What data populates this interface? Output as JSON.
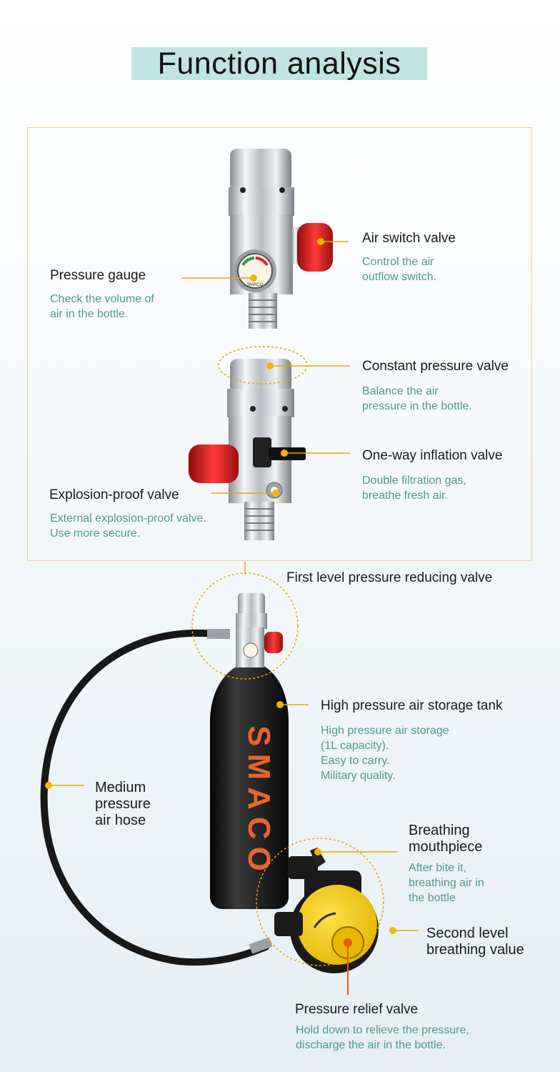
{
  "title": "Function analysis",
  "colors": {
    "title_bg": "#bfe4e3",
    "dot": "#f4b400",
    "desc": "#4f9a8e",
    "frame": "#f1d48a",
    "red_knob": "#d51f1f"
  },
  "parts": {
    "air_switch": {
      "name": "Air switch valve",
      "desc": "Control the air\noutflow switch."
    },
    "pressure_gauge": {
      "name": "Pressure gauge",
      "desc": "Check the volume of\nair in the bottle."
    },
    "constant_pressure": {
      "name": "Constant pressure valve",
      "desc": "Balance the air\npressure in the bottle."
    },
    "one_way": {
      "name": "One-way inflation valve",
      "desc": "Double filtration gas,\nbreathe fresh air."
    },
    "explosion_proof": {
      "name": "Explosion-proof valve",
      "desc": "External explosion-proof valve.\nUse more secure."
    },
    "first_level": {
      "name": "First level pressure reducing valve"
    },
    "tank": {
      "name": "High pressure air storage tank",
      "desc": "High pressure air storage\n(1L capacity).\nEasy to carry.\nMilitary quality."
    },
    "hose": {
      "name": "Medium\npressure\nair hose"
    },
    "mouthpiece": {
      "name": "Breathing\nmouthpiece",
      "desc": "After bite it,\nbreathing air in\nthe bottle"
    },
    "second_level": {
      "name": "Second level\nbreathing value"
    },
    "relief": {
      "name": "Pressure relief valve",
      "desc": "Hold down to relieve the pressure,\ndischarge the air in the bottle."
    }
  },
  "images": {
    "gauge_brand": "SMACO",
    "tank_brand": "SMACO"
  }
}
